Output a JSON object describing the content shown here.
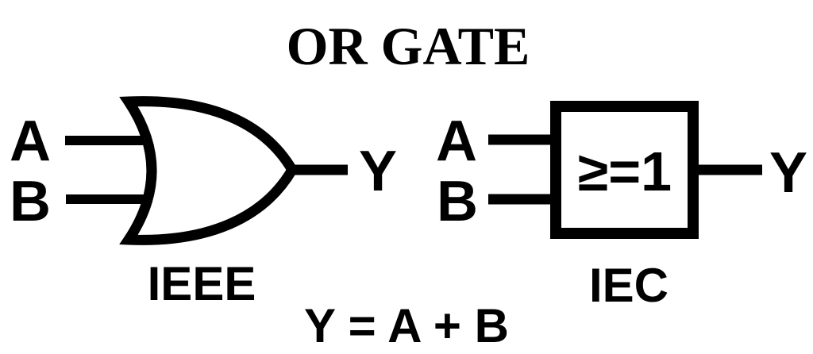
{
  "title": "OR GATE",
  "equation": "Y = A + B",
  "colors": {
    "ink": "#000000",
    "background": "#ffffff"
  },
  "ieee": {
    "caption": "IEEE",
    "input_a": "A",
    "input_b": "B",
    "output": "Y"
  },
  "iec": {
    "caption": "IEC",
    "box_label": "≥=1",
    "input_a": "A",
    "input_b": "B",
    "output": "Y"
  }
}
